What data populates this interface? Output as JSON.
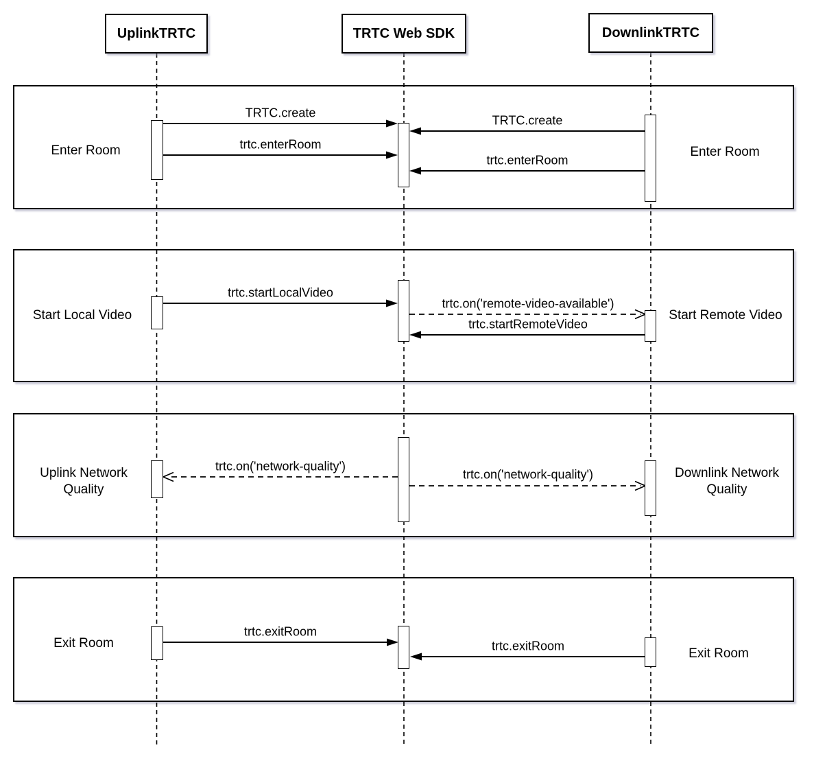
{
  "actors": [
    {
      "id": "uplink",
      "label": "UplinkTRTC"
    },
    {
      "id": "sdk",
      "label": "TRTC Web SDK"
    },
    {
      "id": "downlink",
      "label": "DownlinkTRTC"
    }
  ],
  "frames": [
    {
      "left_label": "Enter Room",
      "right_label": "Enter Room",
      "messages": [
        {
          "label": "TRTC.create",
          "from": "UplinkTRTC",
          "to": "TRTC Web SDK",
          "line": "solid"
        },
        {
          "label": "TRTC.create",
          "from": "DownlinkTRTC",
          "to": "TRTC Web SDK",
          "line": "solid"
        },
        {
          "label": "trtc.enterRoom",
          "from": "UplinkTRTC",
          "to": "TRTC Web SDK",
          "line": "solid"
        },
        {
          "label": "trtc.enterRoom",
          "from": "DownlinkTRTC",
          "to": "TRTC Web SDK",
          "line": "solid"
        }
      ]
    },
    {
      "left_label": "Start Local Video",
      "right_label": "Start Remote Video",
      "messages": [
        {
          "label": "trtc.startLocalVideo",
          "from": "UplinkTRTC",
          "to": "TRTC Web SDK",
          "line": "solid"
        },
        {
          "label": "trtc.on('remote-video-available')",
          "from": "TRTC Web SDK",
          "to": "DownlinkTRTC",
          "line": "dashed"
        },
        {
          "label": "trtc.startRemoteVideo",
          "from": "DownlinkTRTC",
          "to": "TRTC Web SDK",
          "line": "solid"
        }
      ]
    },
    {
      "left_label": "Uplink Network Quality",
      "right_label": "Downlink Network Quality",
      "messages": [
        {
          "label": "trtc.on('network-quality')",
          "from": "TRTC Web SDK",
          "to": "UplinkTRTC",
          "line": "dashed"
        },
        {
          "label": "trtc.on('network-quality')",
          "from": "TRTC Web SDK",
          "to": "DownlinkTRTC",
          "line": "dashed"
        }
      ]
    },
    {
      "left_label": "Exit Room",
      "right_label": "Exit Room",
      "messages": [
        {
          "label": "trtc.exitRoom",
          "from": "UplinkTRTC",
          "to": "TRTC Web SDK",
          "line": "solid"
        },
        {
          "label": "trtc.exitRoom",
          "from": "DownlinkTRTC",
          "to": "TRTC Web SDK",
          "line": "solid"
        }
      ]
    }
  ],
  "colors": {
    "stroke": "#000000",
    "fill": "#ffffff",
    "shadow": "#9e9eb8"
  }
}
